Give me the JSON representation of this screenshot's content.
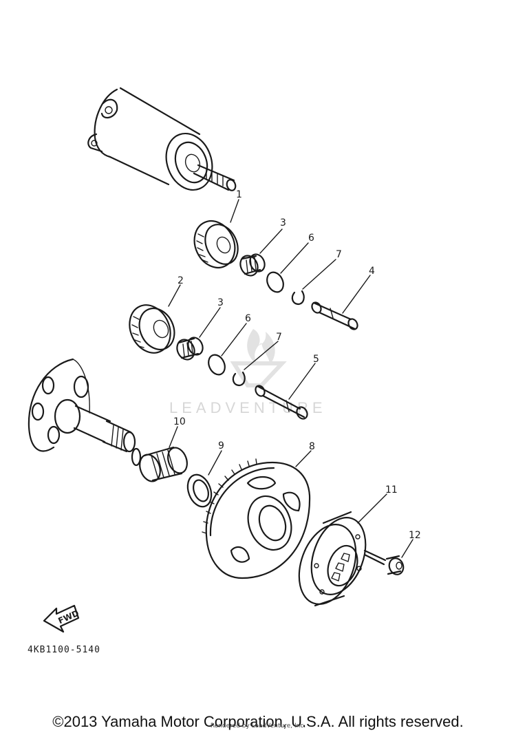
{
  "callouts": {
    "c1": "1",
    "c2": "2",
    "c3a": "3",
    "c3b": "3",
    "c4": "4",
    "c5": "5",
    "c6a": "6",
    "c6b": "6",
    "c7a": "7",
    "c7b": "7",
    "c8": "8",
    "c9": "9",
    "c10": "10",
    "c11": "11",
    "c12": "12"
  },
  "fwd_label": "FWD",
  "part_code": "4KB1100-5140",
  "watermark": "LEADVENTURE",
  "footer": {
    "copyright": "©2013 Yamaha Motor Corporation, U.S.A. All rights reserved.",
    "rendered_by": "Rendered by LeadVenture, Inc."
  },
  "colors": {
    "ink": "#1a1a1a",
    "watermark": "#d7d7d7",
    "background": "#ffffff"
  }
}
